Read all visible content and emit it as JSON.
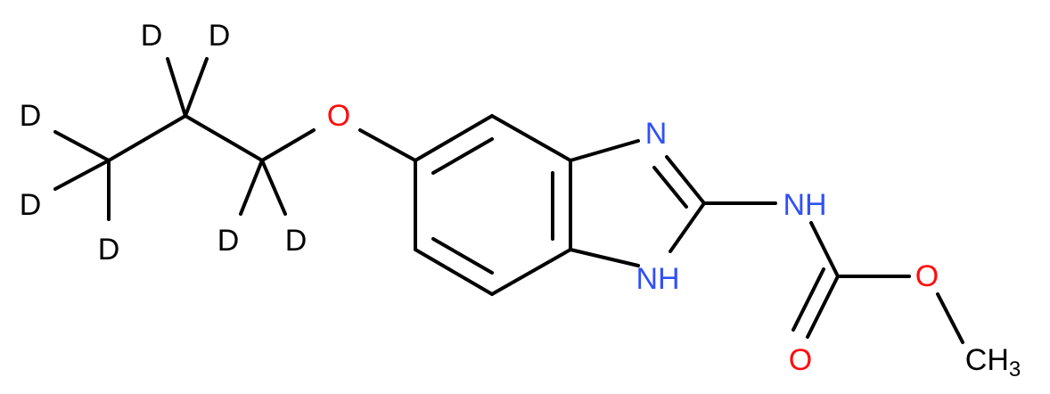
{
  "colors": {
    "bond": "#000000",
    "carbon_hydrogen": "#000000",
    "nitrogen": "#3050F8",
    "oxygen": "#FF0D0D"
  },
  "atoms": {
    "d1": "D",
    "d2": "D",
    "d3": "D",
    "d4": "D",
    "d5": "D",
    "d6": "D",
    "d7": "D",
    "o_ether": "O",
    "n_ring": "N",
    "nh_ring": "NH",
    "h_ring": "H",
    "n_carbamate": "N",
    "h_carbamate": "H",
    "o_carbamate": "O",
    "o_carbonyl": "O",
    "ch3_c": "CH",
    "ch3_sub": "3"
  }
}
